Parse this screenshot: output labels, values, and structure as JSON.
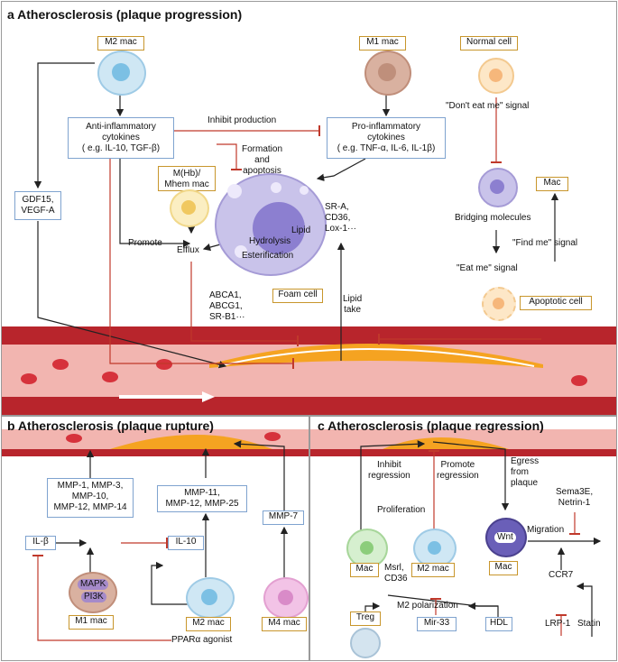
{
  "panels": {
    "a_title": "a  Atherosclerosis (plaque progression)",
    "b_title": "b  Atherosclerosis (plaque rupture)",
    "c_title": "c  Atherosclerosis (plaque regression)"
  },
  "panel_a": {
    "m2_mac": "M2 mac",
    "m1_mac": "M1 mac",
    "normal_cell": "Normal cell",
    "dont_eat_me": "\"Don't eat me\" signal",
    "anti_inflammatory_line1": "Anti-inflammatory",
    "anti_inflammatory_line2": "cytokines",
    "anti_inflammatory_line3": "( e.g. IL-10, TGF-β)",
    "inhibit_production": "Inhibit production",
    "pro_inflammatory_line1": "Pro-inflammatory",
    "pro_inflammatory_line2": "cytokines",
    "pro_inflammatory_line3": "( e.g. TNF-α, IL-6, IL-1β)",
    "formation_apoptosis_line1": "Formation",
    "formation_apoptosis_line2": "and",
    "formation_apoptosis_line3": "apoptosis",
    "mhb_line1": "M(Hb)/",
    "mhb_line2": "Mhem mac",
    "gdf15_line1": "GDF15,",
    "gdf15_line2": "VEGF-A",
    "promote": "Promote",
    "efflux": "Efflux",
    "hydrolysis": "Hydrolysis",
    "lipid": "Lipid",
    "esterification": "Esterification",
    "receptors_line1": "SR-A,",
    "receptors_line2": "CD36,",
    "receptors_line3": "Lox-1···",
    "abca_line1": "ABCA1,",
    "abca_line2": "ABCG1,",
    "abca_line3": "SR-B1···",
    "foam_cell": "Foam cell",
    "lipid_take_line1": "Lipid",
    "lipid_take_line2": "take",
    "mac": "Mac",
    "bridging": "Bridging molecules",
    "find_me": "\"Find me\" signal",
    "eat_me": "\"Eat me\" signal",
    "apoptotic_cell": "Apoptotic cell"
  },
  "panel_b": {
    "mmp_a_line1": "MMP-1, MMP-3,",
    "mmp_a_line2": "MMP-10,",
    "mmp_a_line3": "MMP-12, MMP-14",
    "mmp_b_line1": "MMP-11,",
    "mmp_b_line2": "MMP-12, MMP-25",
    "mmp7": "MMP-7",
    "il_beta": "IL-β",
    "il10": "IL-10",
    "mapk": "MAPK",
    "pi3k": "PI3K",
    "m1_mac": "M1 mac",
    "m2_mac": "M2 mac",
    "m4_mac": "M4 mac",
    "ppar": "PPARα agonist"
  },
  "panel_c": {
    "inhibit_regression_line1": "Inhibit",
    "inhibit_regression_line2": "regression",
    "promote_regression_line1": "Promote",
    "promote_regression_line2": "regression",
    "egress_line1": "Egress",
    "egress_line2": "from",
    "egress_line3": "plaque",
    "sema_line1": "Sema3E,",
    "sema_line2": "Netrin-1",
    "proliferation": "Proliferation",
    "migration": "Migration",
    "wnt": "Wnt",
    "mac1": "Mac",
    "m2_mac": "M2 mac",
    "mac2": "Mac",
    "msrl_line1": "Msrl,",
    "msrl_line2": "CD36",
    "m2_polarization": "M2 polarization",
    "ccr7": "CCR7",
    "treg": "Treg",
    "mir33": "Mir-33",
    "hdl": "HDL",
    "lrp1": "LRP-1",
    "statin": "Statin"
  },
  "colors": {
    "inhibit_red": "#c0392b",
    "arrow_black": "#222222",
    "orange_box": "#c8962c",
    "blue_box": "#7fa3cf",
    "vessel_dark": "#b8252c",
    "vessel_light": "#f2b5b0",
    "plaque": "#f5a321"
  }
}
